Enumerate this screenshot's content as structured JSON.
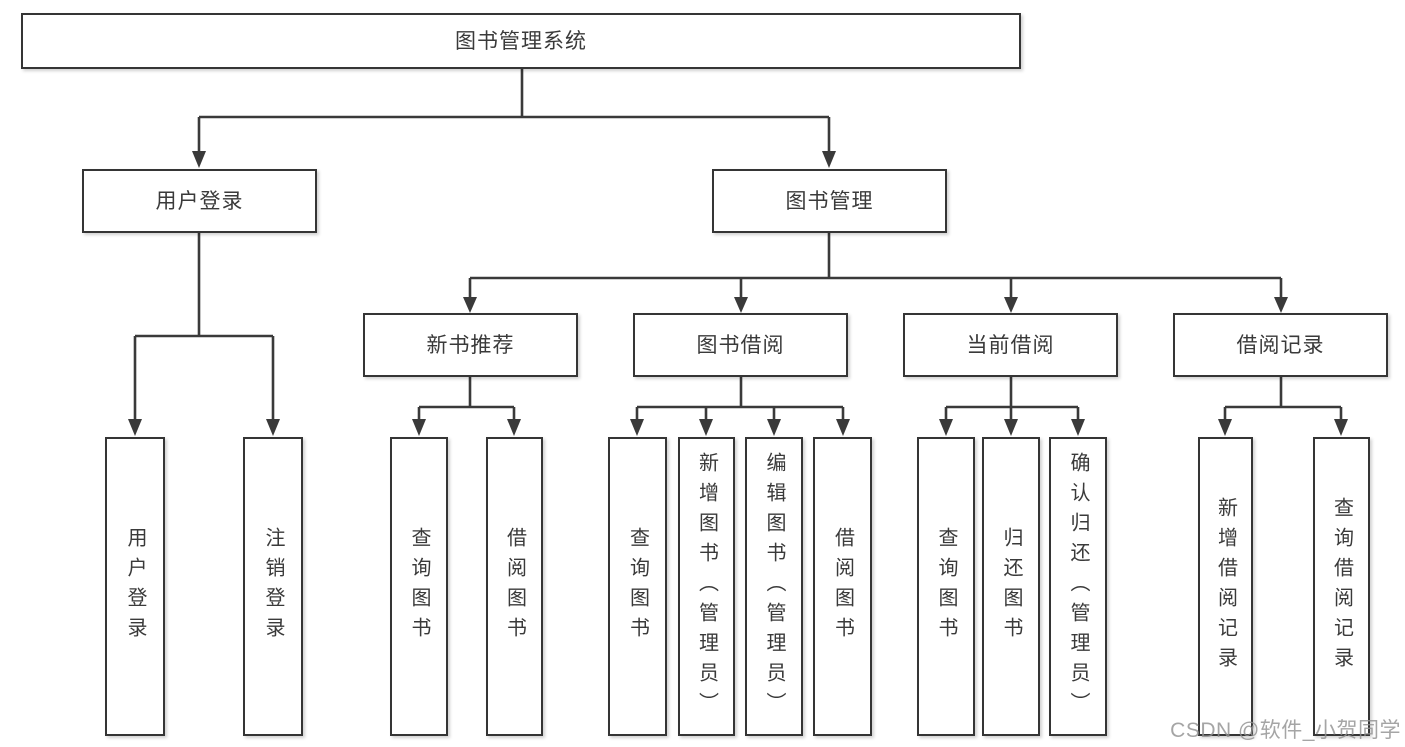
{
  "tree": {
    "root": "图书管理系统",
    "branches": [
      {
        "label": "用户登录",
        "children": [
          "用户登录",
          "注销登录"
        ]
      },
      {
        "label": "图书管理",
        "groups": [
          {
            "label": "新书推荐",
            "children": [
              "查询图书",
              "借阅图书"
            ]
          },
          {
            "label": "图书借阅",
            "children": [
              "查询图书",
              "新增图书（管理员）",
              "编辑图书（管理员）",
              "借阅图书"
            ]
          },
          {
            "label": "当前借阅",
            "children": [
              "查询图书",
              "归还图书",
              "确认归还（管理员）"
            ]
          },
          {
            "label": "借阅记录",
            "children": [
              "新增借阅记录",
              "查询借阅记录"
            ]
          }
        ]
      }
    ]
  },
  "watermark": "CSDN @软件_小贺同学",
  "colors": {
    "line": "#3a3a3a",
    "text": "#3a3a3a",
    "box_border": "#353535",
    "box_background": "#ffffff",
    "page_background": "#ffffff",
    "watermark": "#919191"
  }
}
